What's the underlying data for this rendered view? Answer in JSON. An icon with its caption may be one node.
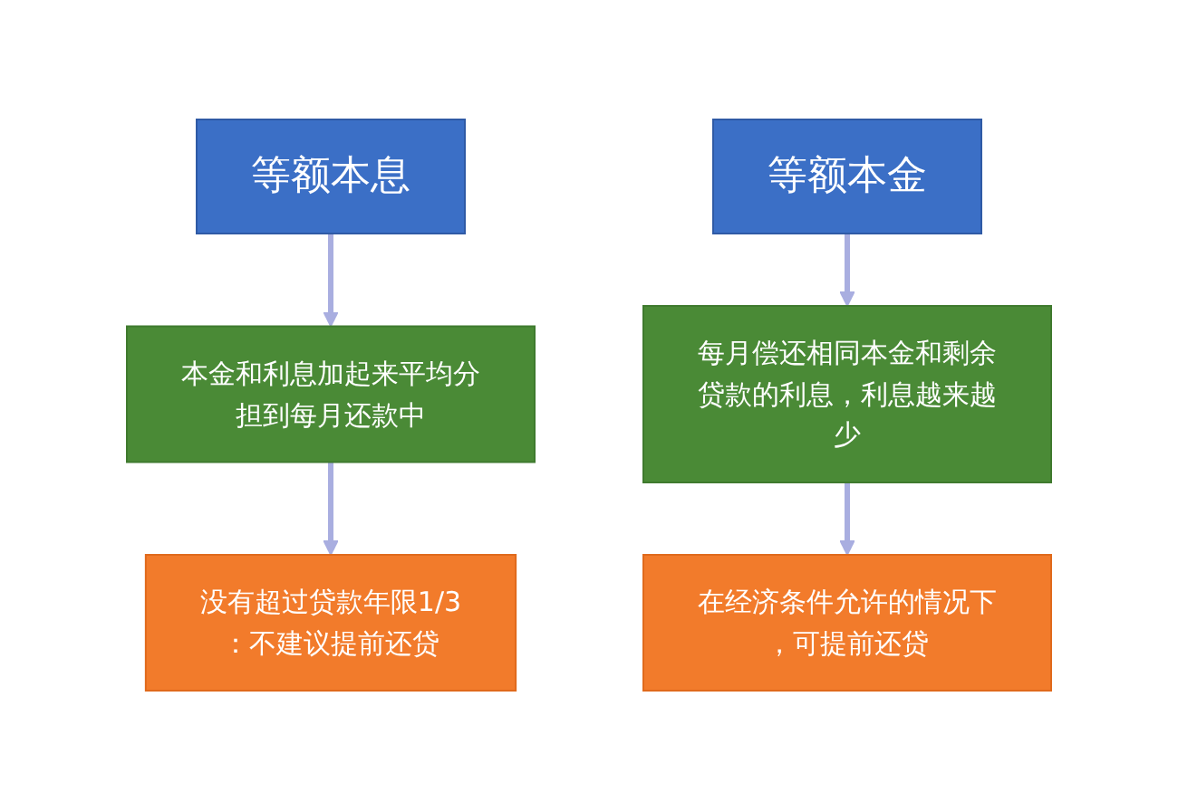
{
  "diagram": {
    "nodes": [
      {
        "text": [
          "等额本息"
        ]
      },
      {
        "text": [
          "等额本金"
        ]
      },
      {
        "text": [
          "本金和利息加起来平均分担到每月还款中"
        ]
      },
      {
        "text": [
          "每月偿还相同本金和剩余贷款的利息，利息越来越少"
        ]
      },
      {
        "text": [
          "没有超过贷款年限1/3：不建议提前还贷"
        ]
      },
      {
        "text": [
          "在经济条件允许的情况下，可提前还贷"
        ]
      }
    ],
    "edges": [
      {
        "from": 0,
        "to": 2,
        "arrow": "to"
      },
      {
        "from": 2,
        "to": 4,
        "arrow": "to"
      },
      {
        "from": 1,
        "to": 3,
        "arrow": "to"
      },
      {
        "from": 3,
        "to": 5,
        "arrow": "to"
      }
    ]
  }
}
